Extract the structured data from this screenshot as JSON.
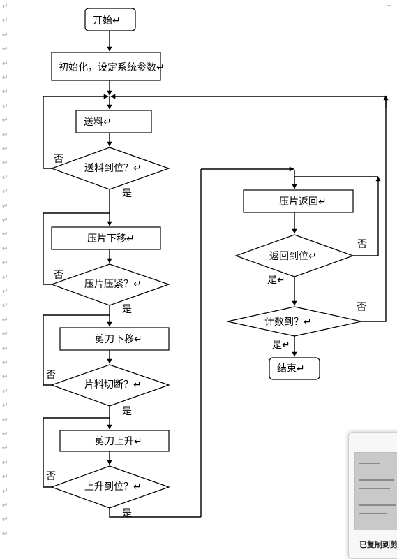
{
  "flowchart": {
    "start": "开始↵",
    "init": "初始化，设定系统参数↵",
    "feed": "送料↵",
    "feed_check": "送料到位？↵",
    "press_down": "压片下移↵",
    "press_check": "压片压紧？↵",
    "cutter_down": "剪刀下移↵",
    "cut_check": "片料切断？↵",
    "cutter_up": "剪刀上升↵",
    "up_check": "上升到位？↵",
    "press_return": "压片返回↵",
    "return_check": "返回到位↵",
    "count_check": "计数到？↵",
    "end": "结束↵",
    "yes": "是",
    "yes_mark": "是↵",
    "no": "否",
    "paragraph_mark": "↵"
  },
  "popup": {
    "caption": "已复制到剪"
  }
}
